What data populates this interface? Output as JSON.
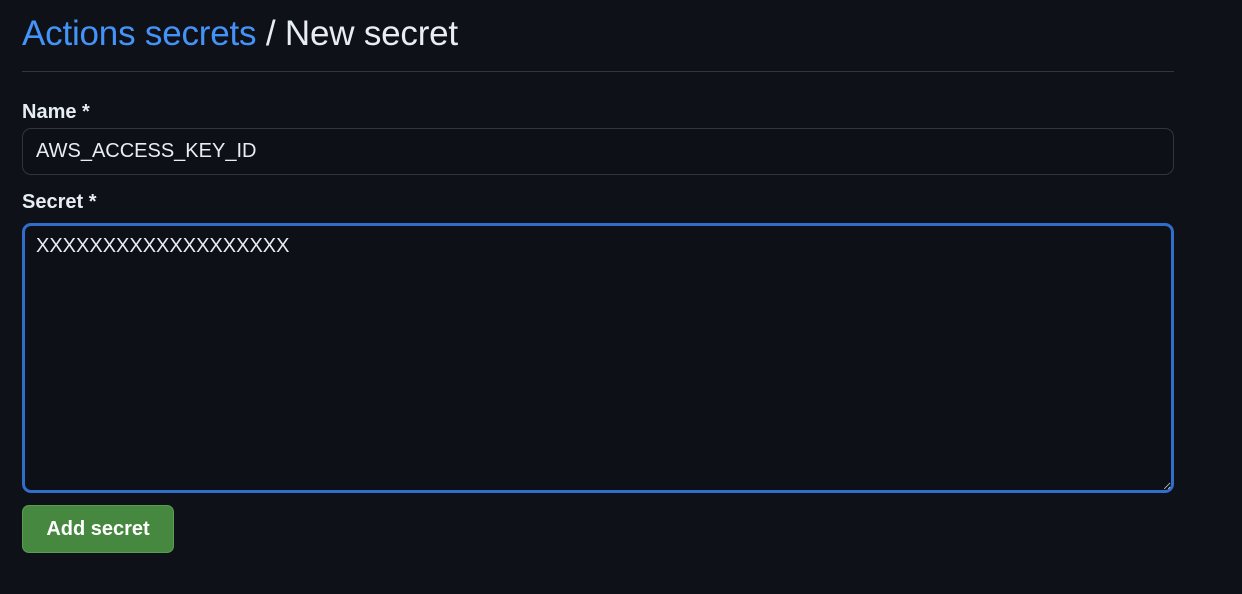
{
  "breadcrumb": {
    "parent_link": "Actions secrets",
    "separator": "/",
    "current": "New secret"
  },
  "form": {
    "name_label": "Name *",
    "name_value": "AWS_ACCESS_KEY_ID",
    "secret_label": "Secret *",
    "secret_value": "XXXXXXXXXXXXXXXXXXX",
    "submit_label": "Add secret"
  },
  "colors": {
    "background": "#0e1117",
    "link": "#4493f8",
    "focus_border": "#316dca",
    "button": "#46883f"
  }
}
